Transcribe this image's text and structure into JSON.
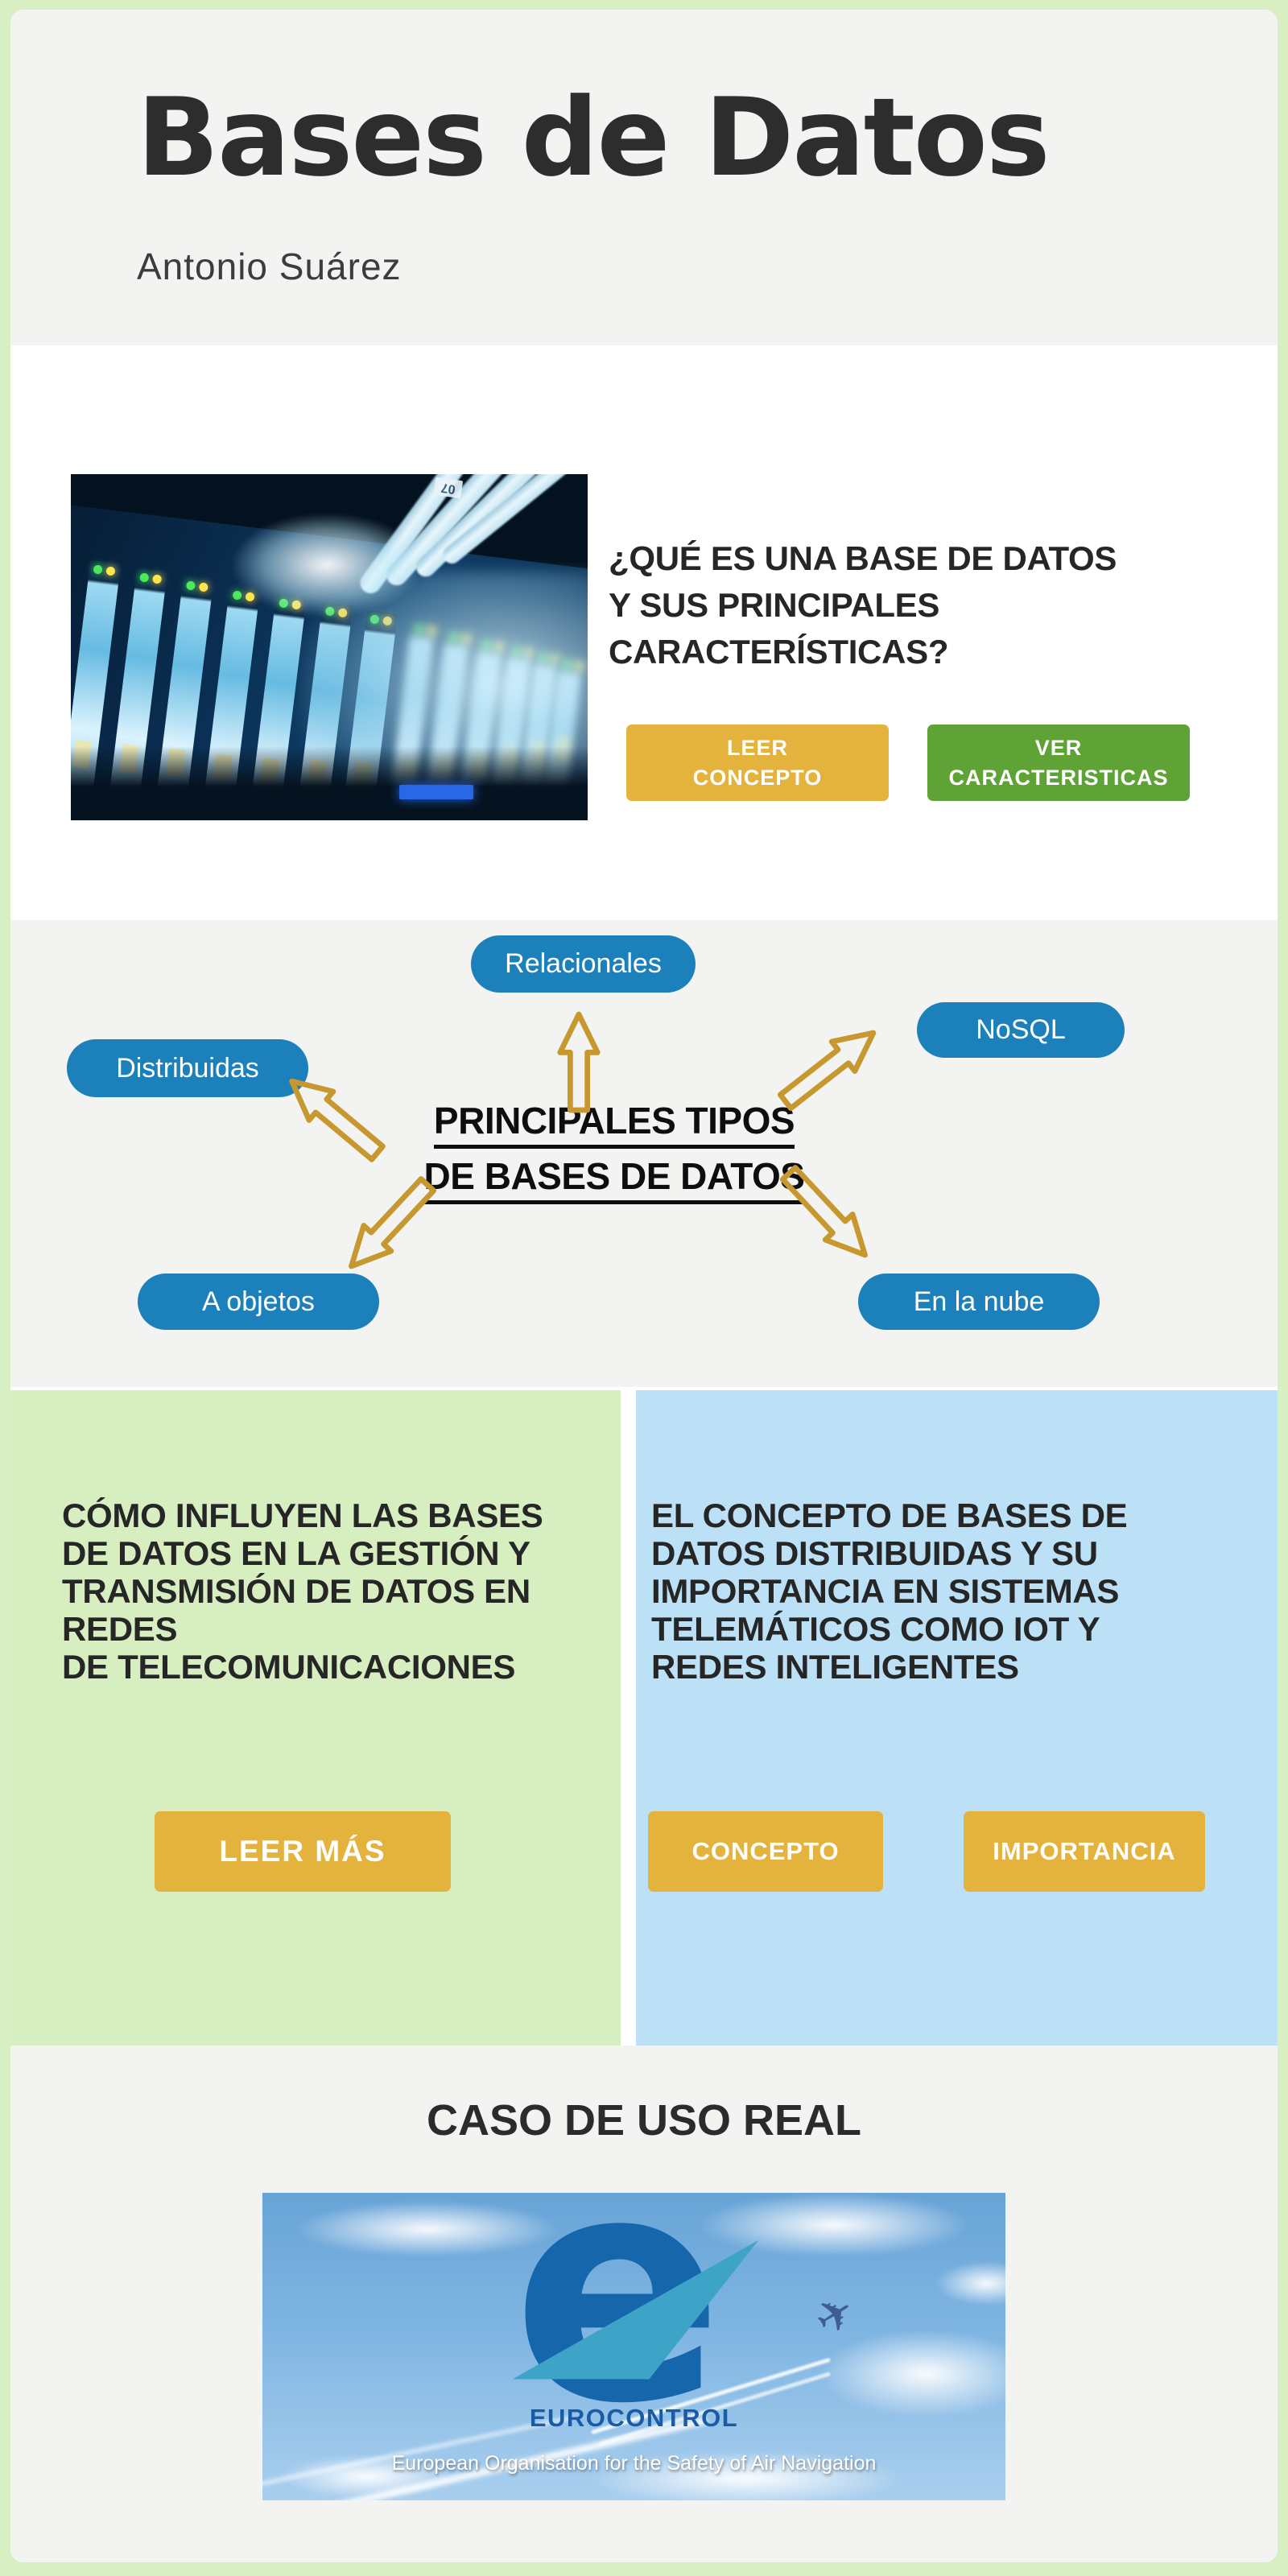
{
  "header": {
    "title": "Bases de Datos",
    "author": "Antonio Suárez"
  },
  "intro": {
    "heading": "¿QUÉ ES UNA BASE DE DATOS\nY SUS PRINCIPALES\nCARACTERÍSTICAS?",
    "btn_leer_concepto": "LEER\nCONCEPTO",
    "btn_ver_caracteristicas": "VER\nCARACTERISTICAS",
    "cable_label": "07"
  },
  "mindmap": {
    "title_line1": "PRINCIPALES TIPOS",
    "title_line2": "DE BASES DE DATOS",
    "node_relacionales": "Relacionales",
    "node_nosql": "NoSQL",
    "node_distribuidas": "Distribuidas",
    "node_a_objetos": "A objetos",
    "node_en_la_nube": "En la nube"
  },
  "card_green": {
    "heading": "CÓMO INFLUYEN LAS BASES\nDE DATOS EN LA GESTIÓN Y\nTRANSMISIÓN DE DATOS EN\nREDES\nDE TELECOMUNICACIONES",
    "btn_leer_mas": "LEER MÁS"
  },
  "card_blue": {
    "heading": "EL CONCEPTO DE BASES DE\nDATOS DISTRIBUIDAS Y SU\nIMPORTANCIA EN SISTEMAS\nTELEMÁTICOS COMO IOT Y\nREDES INTELIGENTES",
    "btn_concepto": "CONCEPTO",
    "btn_importancia": "IMPORTANCIA"
  },
  "usecase": {
    "heading": "CASO DE USO REAL",
    "logo_letter": "e",
    "logo_text": "EUROCONTROL",
    "tagline": "European Organisation for the Safety of Air Navigation"
  },
  "colors": {
    "frame_green": "#d8efc4",
    "section_gray": "#f3f3f2",
    "node_blue": "#1c80ba",
    "arrow_gold": "#c6982f",
    "button_yellow": "#e3b33d",
    "button_green": "#5fa336",
    "card_green_bg": "#d7eec1",
    "card_blue_bg": "#bce1f7",
    "logo_blue": "#1566ab",
    "logo_teal": "#3da3c7"
  }
}
